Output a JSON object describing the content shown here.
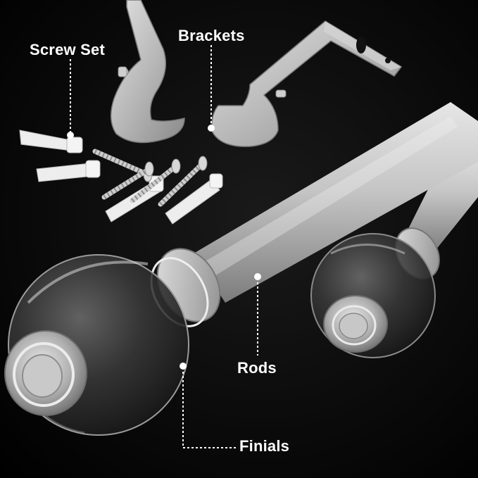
{
  "labels": {
    "screw_set": "Screw Set",
    "brackets": "Brackets",
    "rods": "Rods",
    "finials": "Finials"
  },
  "colors": {
    "background": "#000000",
    "silver": "#bdbdbd",
    "label_text": "#ffffff",
    "callout_line": "#ffffff"
  }
}
